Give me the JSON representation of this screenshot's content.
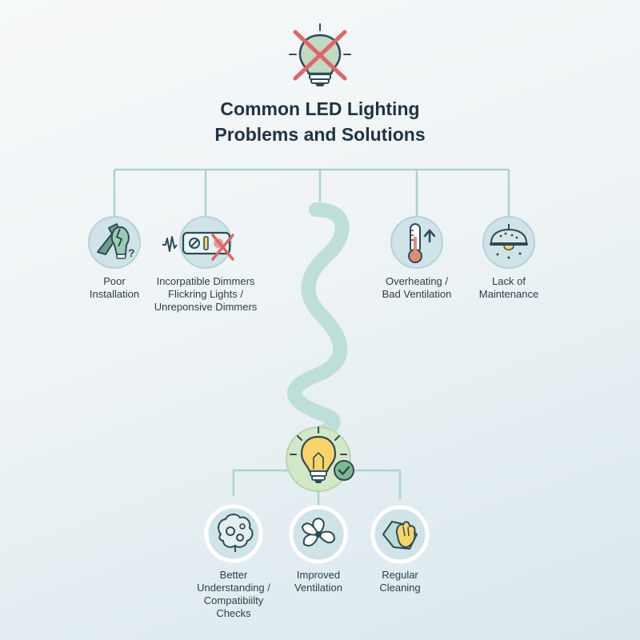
{
  "title": {
    "line1": "Common LED Lighting",
    "line2": "Problems and Solutions"
  },
  "problems": [
    {
      "icon": "broken-tools-bulb-icon",
      "lines": [
        "Poor",
        "Installation"
      ]
    },
    {
      "icon": "dimmer-switch-cross-icon",
      "lines": [
        "Incorpatible Dimmers",
        "Flickring Lights /",
        "Unreponsive Dimmers"
      ]
    },
    {
      "icon": "thermometer-up-arrow-icon",
      "lines": [
        "Overheating /",
        "Bad Ventilation"
      ]
    },
    {
      "icon": "dusty-ceiling-lamp-icon",
      "lines": [
        "Lack of",
        "Maintenance"
      ]
    }
  ],
  "hub": {
    "icon": "lit-bulb-check-icon"
  },
  "solutions": [
    {
      "icon": "brain-gears-icon",
      "lines": [
        "Better",
        "Understanding /",
        "Compatibiilty",
        "Checks"
      ]
    },
    {
      "icon": "fan-icon",
      "lines": [
        "Improved",
        "Ventilation"
      ]
    },
    {
      "icon": "cleaning-cloth-icon",
      "lines": [
        "Regular",
        "Cleaning"
      ]
    }
  ],
  "colors": {
    "connector": "#a9d3cf",
    "wave": "#b9dcd7",
    "problem_circle": "#cfe3e8",
    "solution_circle": "#cfe3e8",
    "hub_circle": "#d3e7c9",
    "cross": "#e06666",
    "icon_green": "#6f9f86",
    "icon_dark": "#2f4a55",
    "bulb_yellow": "#f7d56a",
    "check_green": "#7fb894"
  }
}
